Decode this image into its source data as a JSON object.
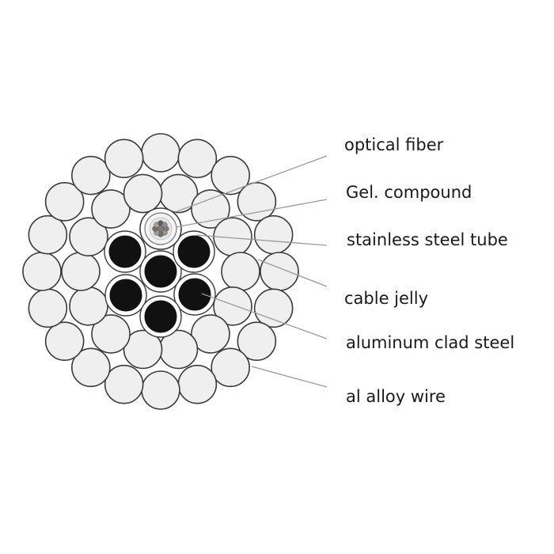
{
  "labels": [
    {
      "id": "optical-fiber",
      "text": "optical fiber"
    },
    {
      "id": "gel-compound",
      "text": "Gel. compound"
    },
    {
      "id": "stainless-steel-tube",
      "text": "stainless steel tube"
    },
    {
      "id": "cable-jelly",
      "text": "cable jelly"
    },
    {
      "id": "aluminum-clad-steel",
      "text": "aluminum clad steel"
    },
    {
      "id": "al-alloy-wire",
      "text": "al alloy wire"
    }
  ],
  "colors": {
    "wire_fill": "#efefef",
    "wire_stroke": "#3a3a3a",
    "steel_core": "#111111",
    "leader_line": "#9a9a9a",
    "text": "#1a1a1a"
  }
}
